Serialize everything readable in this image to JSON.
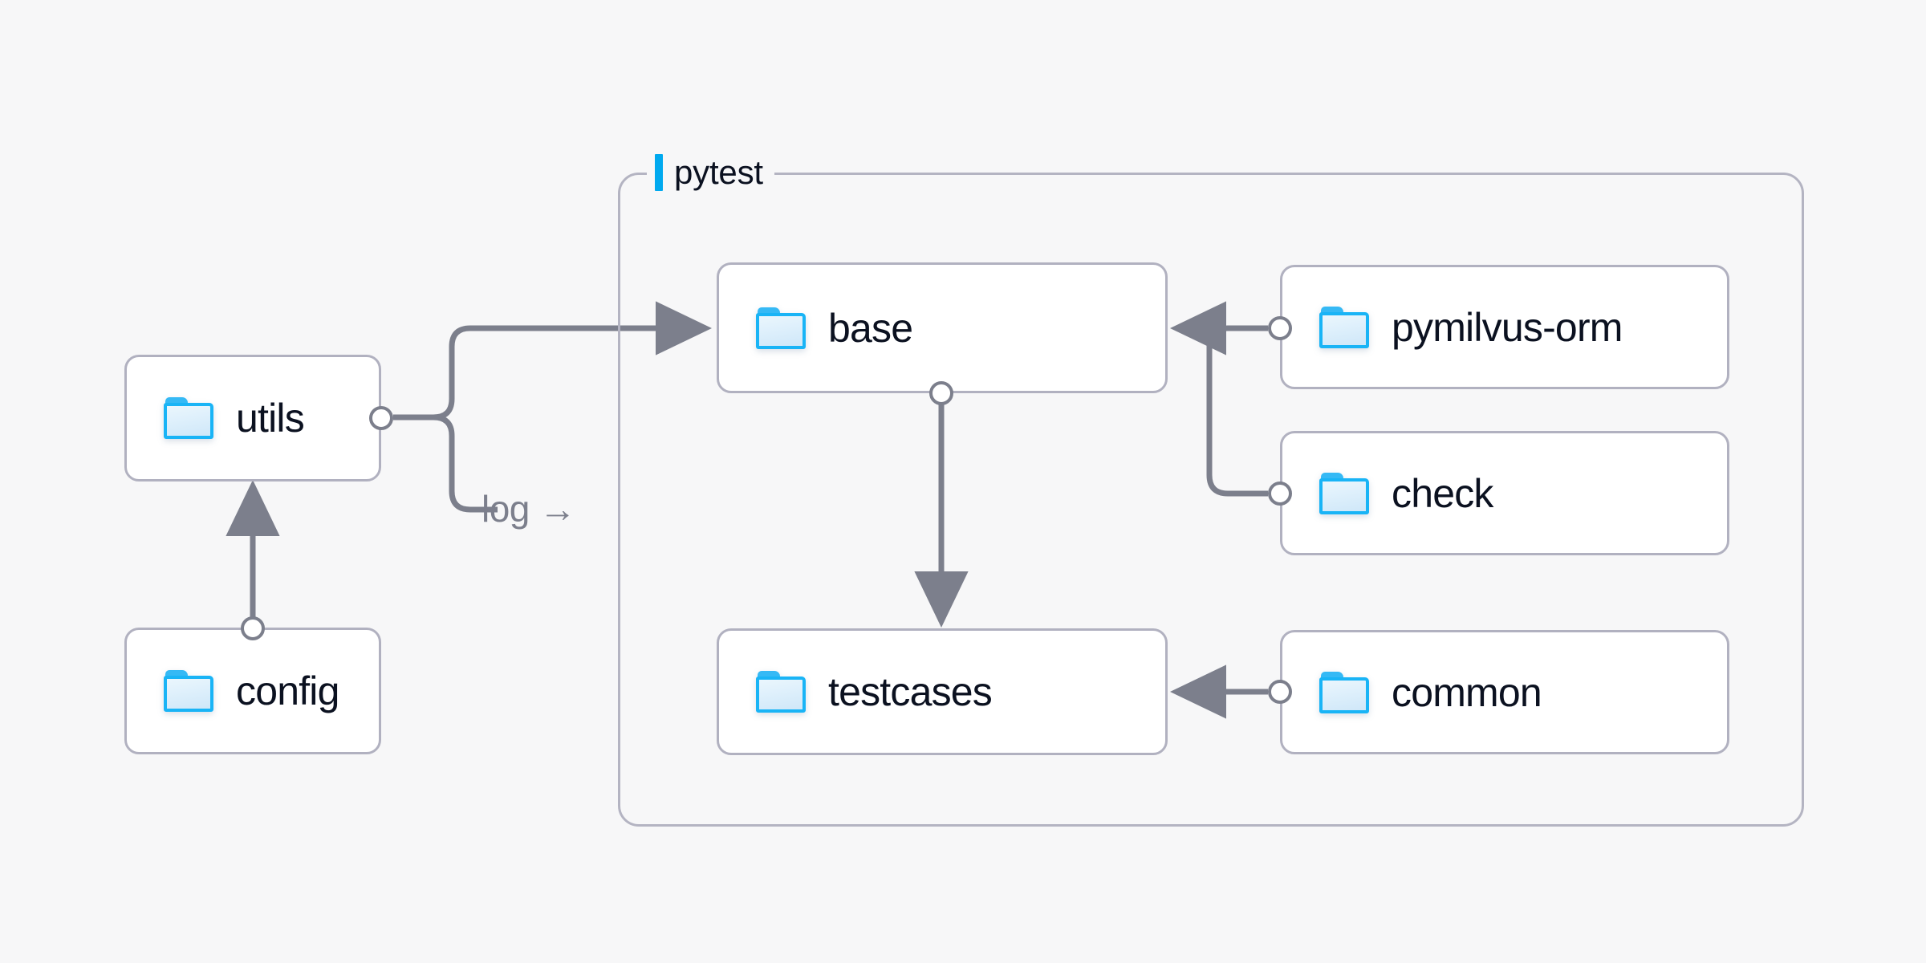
{
  "canvas": {
    "background_color": "#f7f7f8",
    "edge_color": "#7c7f8c",
    "node_border_color": "#b1b1c0",
    "node_fill_color": "#ffffff",
    "text_color": "#0b1120",
    "accent_color": "#00a9ef",
    "folder_icon_color": "#19b4f6"
  },
  "group": {
    "title": "pytest",
    "accent_name": "group-accent-bar"
  },
  "nodes": [
    {
      "id": "utils",
      "label": "utils",
      "icon": "folder-icon"
    },
    {
      "id": "config",
      "label": "config",
      "icon": "folder-icon"
    },
    {
      "id": "base",
      "label": "base",
      "icon": "folder-icon"
    },
    {
      "id": "testcases",
      "label": "testcases",
      "icon": "folder-icon"
    },
    {
      "id": "pymilvus-orm",
      "label": "pymilvus-orm",
      "icon": "folder-icon"
    },
    {
      "id": "check",
      "label": "check",
      "icon": "folder-icon"
    },
    {
      "id": "common",
      "label": "common",
      "icon": "folder-icon"
    }
  ],
  "edges": [
    {
      "from": "config",
      "to": "utils",
      "label": ""
    },
    {
      "from": "utils",
      "to": "base",
      "label": ""
    },
    {
      "from": "utils",
      "to": "pytest",
      "label": "log",
      "label_arrow": "→"
    },
    {
      "from": "base",
      "to": "testcases",
      "label": ""
    },
    {
      "from": "pymilvus-orm",
      "to": "base",
      "label": ""
    },
    {
      "from": "check",
      "to": "base",
      "label": ""
    },
    {
      "from": "common",
      "to": "testcases",
      "label": ""
    }
  ],
  "edge_labels": {
    "log": "log",
    "log_arrow": "→"
  }
}
